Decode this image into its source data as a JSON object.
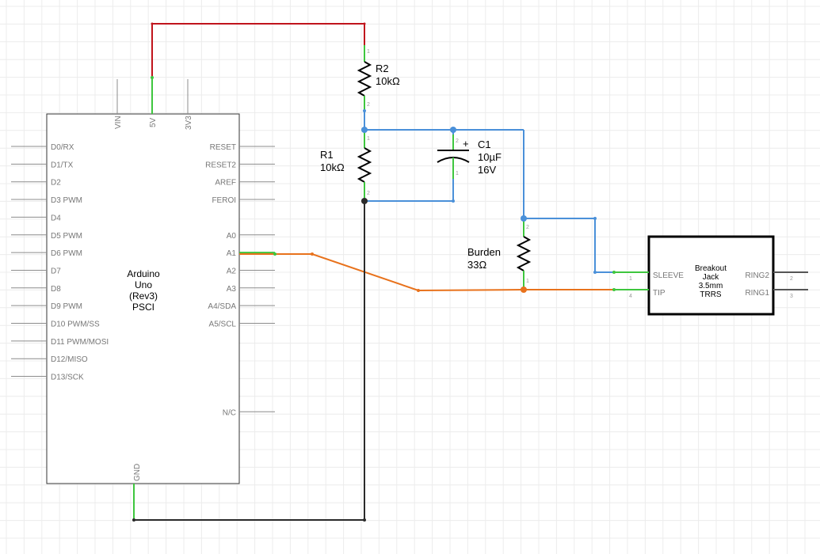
{
  "arduino": {
    "title": [
      "Arduino",
      "Uno",
      "(Rev3)",
      "PSCI"
    ],
    "left_pins": [
      "D0/RX",
      "D1/TX",
      "D2",
      "D3 PWM",
      "D4",
      "D5 PWM",
      "D6 PWM",
      "D7",
      "D8",
      "D9 PWM",
      "D10 PWM/SS",
      "D11 PWM/MOSI",
      "D12/MISO",
      "D13/SCK"
    ],
    "right_pins": [
      "RESET",
      "RESET2",
      "AREF",
      "FEROI",
      "A0",
      "A1",
      "A2",
      "A3",
      "A4/SDA",
      "A5/SCL",
      "N/C"
    ],
    "top_pins": [
      "VIN",
      "5V",
      "3V3"
    ],
    "bottom_pin": "GND"
  },
  "r1": {
    "name": "R1",
    "value": "10kΩ",
    "pin_top": "1",
    "pin_bottom": "2"
  },
  "r2": {
    "name": "R2",
    "value": "10kΩ",
    "pin_top": "1",
    "pin_bottom": "2"
  },
  "c1": {
    "name": "C1",
    "value": "10µF",
    "voltage": "16V",
    "polarity": "+",
    "pin_top": "2",
    "pin_bottom": "1"
  },
  "burden": {
    "name": "Burden",
    "value": "33Ω",
    "pin_top": "2",
    "pin_bottom": "1"
  },
  "jack": {
    "title": [
      "Breakout",
      "Jack",
      "3.5mm",
      "TRRS"
    ],
    "left_pins": [
      {
        "label": "SLEEVE",
        "num": "1"
      },
      {
        "label": "TIP",
        "num": "4"
      }
    ],
    "right_pins": [
      {
        "label": "RING2",
        "num": "2"
      },
      {
        "label": "RING1",
        "num": "3"
      }
    ]
  },
  "colors": {
    "grid": "#ececec",
    "wire_red": "#c0141c",
    "wire_blue": "#4a90d9",
    "wire_orange": "#e8721c",
    "wire_black": "#2a2a2a",
    "pin_green": "#3ec63e",
    "pin_gray": "#8c8c8c"
  }
}
